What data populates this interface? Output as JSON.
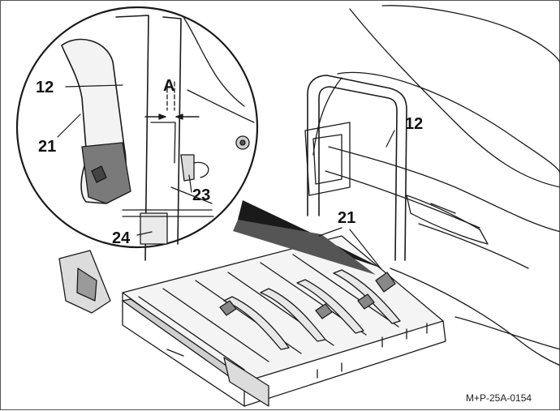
{
  "callouts": {
    "c12_detail": "12",
    "c21_detail": "21",
    "cA": "A",
    "c23": "23",
    "c24": "24",
    "c12_main": "12",
    "c21_main": "21"
  },
  "reference_code": "M+P-25A-0154",
  "colors": {
    "line": "#1a1a1a",
    "paper": "#ffffff",
    "shade": "#bfbfbf",
    "dark": "#6e6e6e"
  }
}
